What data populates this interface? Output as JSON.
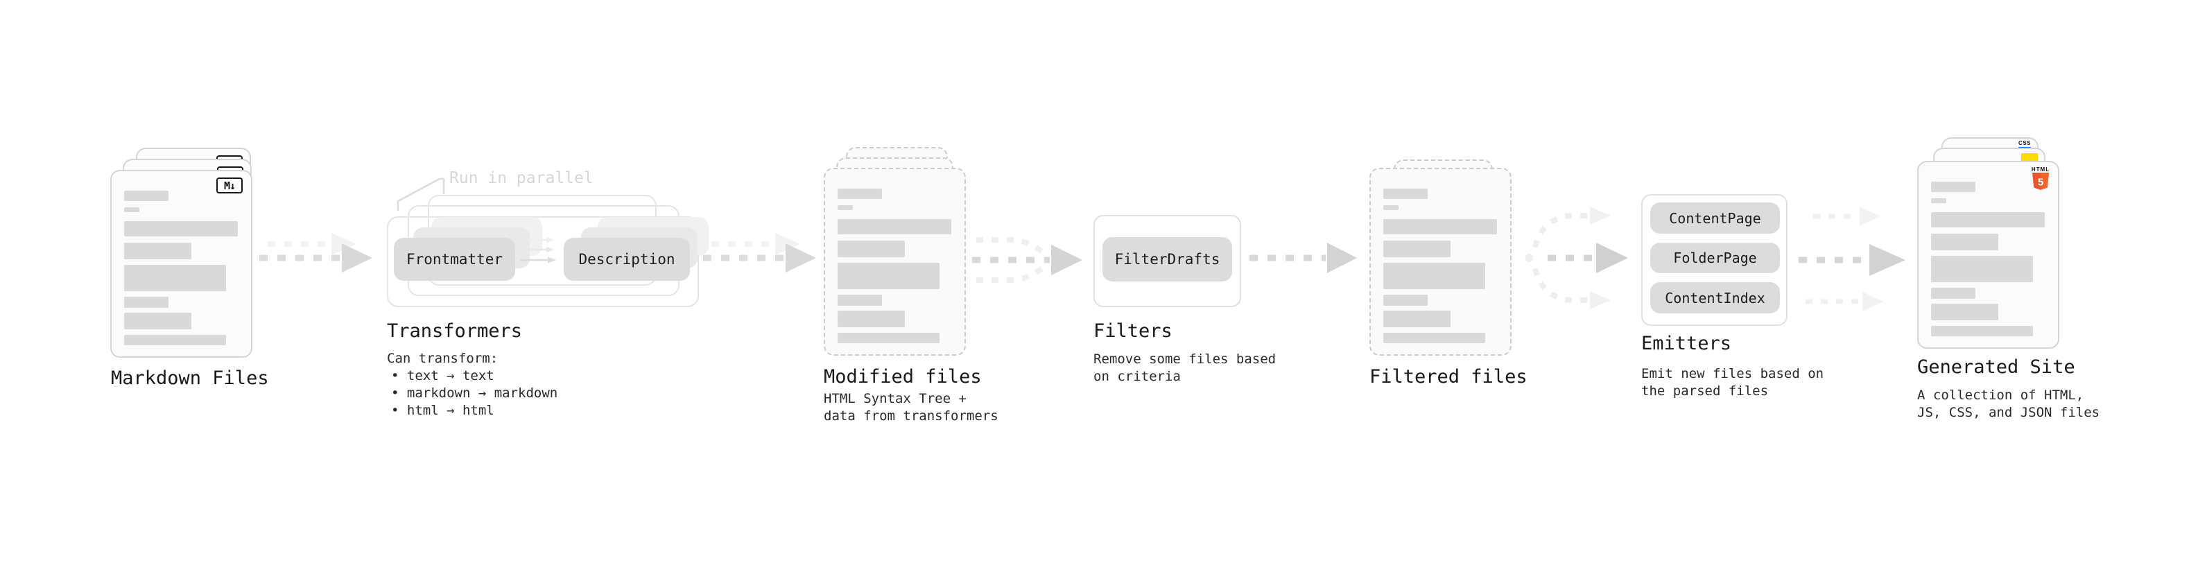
{
  "colors": {
    "accent_orange": "#e8552f",
    "accent_yellow": "#fcdc00",
    "accent_blue": "#2964ff",
    "arrow_gray": "#d5d5d5",
    "arrow_faint": "#f0f0f0",
    "bar_gray": "#d9d9d9"
  },
  "nodes": {
    "markdown_files": {
      "title": "Markdown Files",
      "badge": "M↓"
    },
    "transformers": {
      "title": "Transformers",
      "annotation": "Run in parallel",
      "pill_left": "Frontmatter",
      "pill_right": "Description",
      "note_heading": "Can transform:",
      "bullets": [
        "• text → text",
        "• markdown → markdown",
        "• html → html"
      ]
    },
    "modified_files": {
      "title": "Modified files",
      "note": [
        "HTML Syntax Tree +",
        "data from transformers"
      ]
    },
    "filters": {
      "title": "Filters",
      "pill": "FilterDrafts",
      "note": [
        "Remove some files based",
        "on criteria"
      ]
    },
    "filtered_files": {
      "title": "Filtered files"
    },
    "emitters": {
      "title": "Emitters",
      "pills": [
        "ContentPage",
        "FolderPage",
        "ContentIndex"
      ],
      "note": [
        "Emit new files based on",
        "the parsed files"
      ]
    },
    "generated_site": {
      "title": "Generated Site",
      "note": [
        "A collection of HTML,",
        "JS, CSS, and JSON files"
      ],
      "css_badge": "CSS",
      "html_badge": "HTML",
      "html_number": "5"
    }
  }
}
